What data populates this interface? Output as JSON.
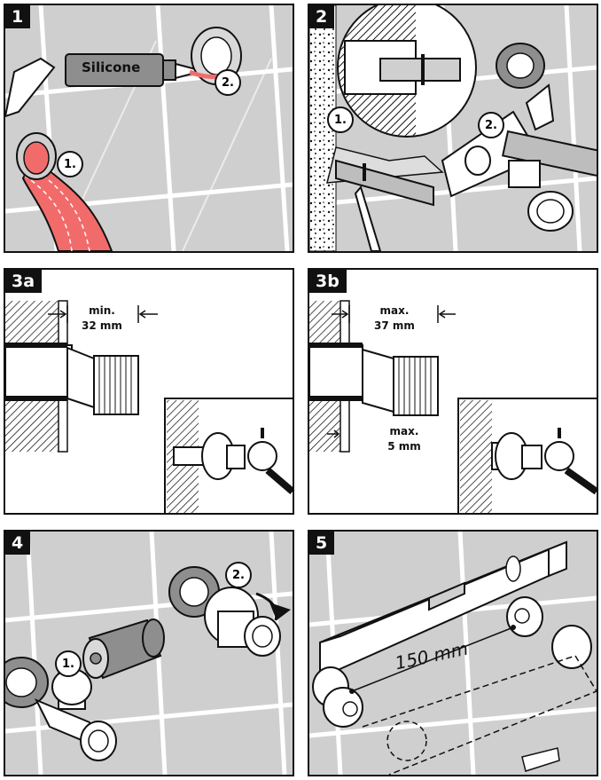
{
  "panels": {
    "p1": {
      "step": "1",
      "product_label": "Silicone",
      "callouts": [
        "1.",
        "2."
      ]
    },
    "p2": {
      "step": "2",
      "callouts": [
        "1.",
        "2."
      ]
    },
    "p3a": {
      "step": "3a",
      "dim_label": "min.",
      "dim_value": "32 mm"
    },
    "p3b": {
      "step": "3b",
      "dim_label": "max.",
      "dim_value": "37 mm",
      "dim2_label": "max.",
      "dim2_value": "5 mm"
    },
    "p4": {
      "step": "4",
      "callouts": [
        "1.",
        "2."
      ]
    },
    "p5": {
      "step": "5",
      "distance": "150 mm"
    }
  },
  "colors": {
    "tile": "#cfcfcf",
    "grout": "#ffffff",
    "hose": "#f26b6b",
    "ink": "#111111"
  }
}
